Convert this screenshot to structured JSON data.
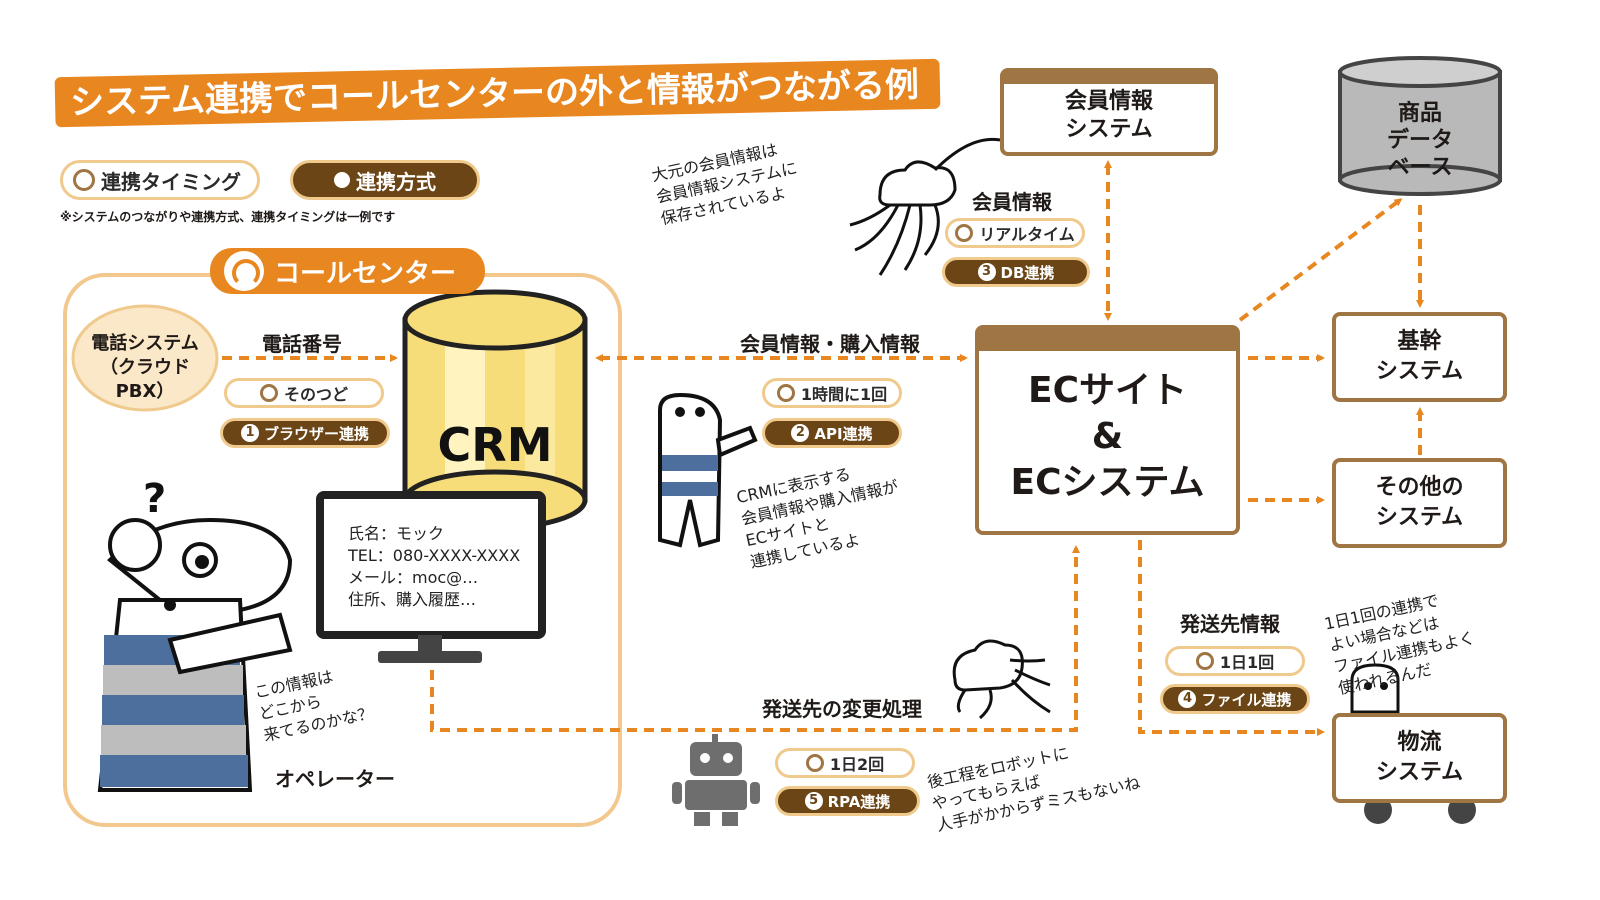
{
  "title": "システム連携でコールセンターの外と情報がつながる例",
  "legend": {
    "timing_label": "連携タイミング",
    "method_label": "連携方式",
    "footnote": "※システムのつながりや連携方式、連携タイミングは一例です"
  },
  "callcenter": {
    "label": "コールセンター",
    "phone_system": "電話システム\n（クラウドPBX）",
    "phone_number_label": "電話番号",
    "timing_1": "そのつど",
    "method_1_num": "1",
    "method_1": "ブラウザー連携",
    "crm": "CRM",
    "screen_lines": [
      "氏名：モック",
      "TEL：080-XXXX-XXXX",
      "メール：moc@…",
      "住所、購入履歴…"
    ],
    "operator_question": "この情報は\nどこから\n来てるのかな？",
    "operator_label": "オペレーター"
  },
  "flows": {
    "member_purchase_label": "会員情報・購入情報",
    "timing_2": "1時間に1回",
    "method_2_num": "2",
    "method_2": "API連携",
    "crm_note": "CRMに表示する\n会員情報や購入情報が\nECサイトと\n連携しているよ",
    "member_info_label": "会員情報",
    "timing_3": "リアルタイム",
    "method_3_num": "3",
    "method_3": "DB連携",
    "member_note": "大元の会員情報は\n会員情報システムに\n保存されているよ",
    "shipping_change_label": "発送先の変更処理",
    "timing_5": "1日2回",
    "method_5_num": "5",
    "method_5": "RPA連携",
    "robot_note": "後工程をロボットに\nやってもらえば\n人手がかからずミスもないね",
    "shipping_info_label": "発送先情報",
    "timing_4": "1日1回",
    "method_4_num": "4",
    "method_4": "ファイル連携",
    "file_note": "1日1回の連携で\nよい場合などは\nファイル連携もよく\n使われるんだ"
  },
  "systems": {
    "member_system": "会員情報\nシステム",
    "product_db": "商品\nデータ\nベース",
    "ec": "ECサイト\n&\nECシステム",
    "core": "基幹\nシステム",
    "other": "その他の\nシステム",
    "logistics": "物流\nシステム"
  },
  "colors": {
    "accent_orange": "#e8861f",
    "brown": "#a07544",
    "dark_brown": "#6b4516",
    "crm_yellow": "#f7dc7a",
    "db_gray": "#b9b9b9",
    "bear_stripe": "#4d6f9e"
  }
}
